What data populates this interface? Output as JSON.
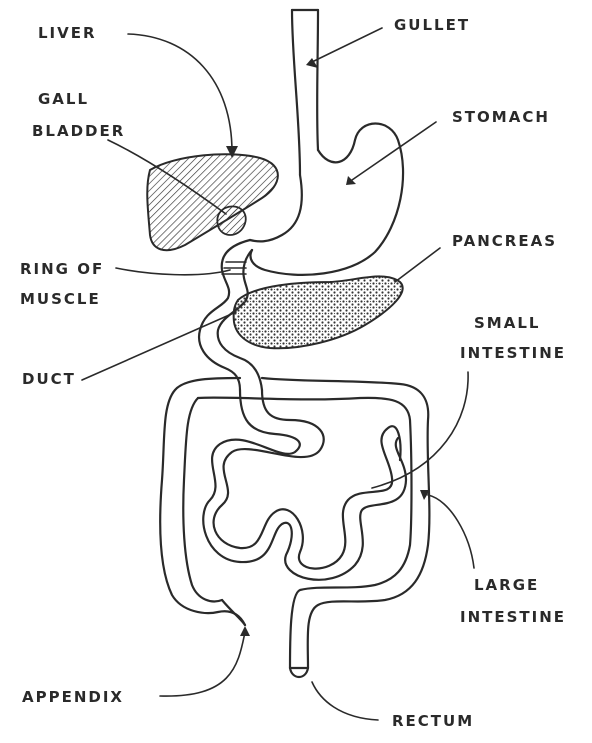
{
  "labels": {
    "liver": "LIVER",
    "gullet": "GULLET",
    "gall_bladder_1": "GALL",
    "gall_bladder_2": "BLADDER",
    "stomach": "STOMACH",
    "pancreas": "PANCREAS",
    "ring_of_muscle_1": "RING OF",
    "ring_of_muscle_2": "MUSCLE",
    "duct": "DUCT",
    "small_intestine_1": "SMALL",
    "small_intestine_2": "INTESTINE",
    "large_intestine_1": "LARGE",
    "large_intestine_2": "INTESTINE",
    "appendix": "APPENDIX",
    "rectum": "RECTUM"
  },
  "colors": {
    "ink": "#2a2a2a",
    "background": "#ffffff"
  }
}
